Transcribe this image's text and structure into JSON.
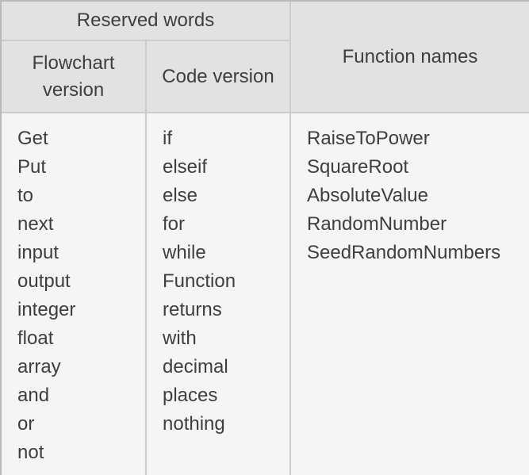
{
  "colors": {
    "header_bg": "#e2e2e2",
    "body_bg": "#f5f5f5",
    "border_inner": "#cccccc",
    "border_outer": "#b9b9b9",
    "text": "#3e3e3e"
  },
  "chart_data": {
    "type": "table",
    "title": "",
    "merged_header": "Reserved words",
    "columns": [
      {
        "header": "Flowchart version",
        "group": "Reserved words",
        "values": [
          "Get",
          "Put",
          "to",
          "next",
          "input",
          "output",
          "integer",
          "float",
          "array",
          "and",
          "or",
          "not"
        ]
      },
      {
        "header": "Code version",
        "group": "Reserved words",
        "values": [
          "if",
          "elseif",
          "else",
          "for",
          "while",
          "Function",
          "returns",
          "with",
          "decimal",
          "places",
          "nothing"
        ]
      },
      {
        "header": "Function names",
        "group": null,
        "values": [
          "RaiseToPower",
          "SquareRoot",
          "AbsoluteValue",
          "RandomNumber",
          "SeedRandomNumbers"
        ]
      }
    ]
  }
}
